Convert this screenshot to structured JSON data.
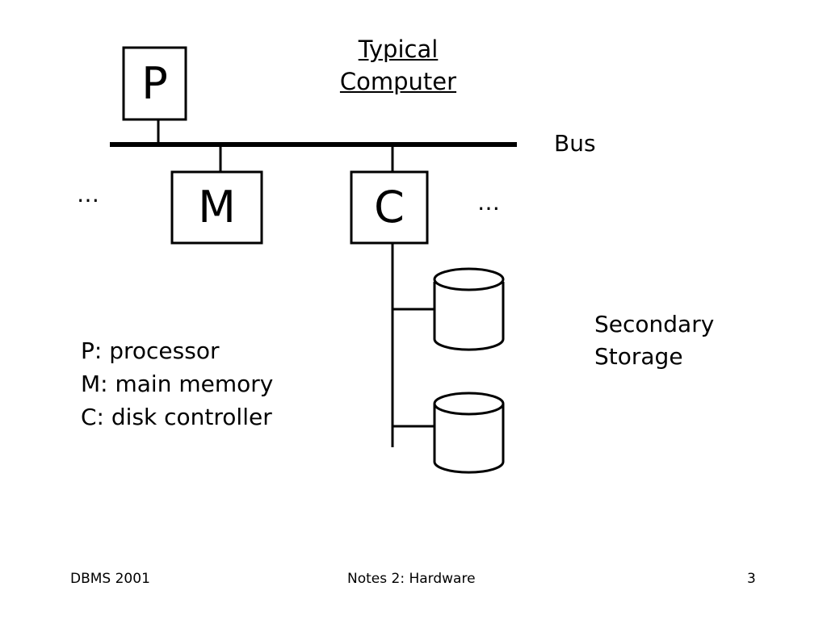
{
  "title": [
    "Typical",
    "Computer"
  ],
  "bus_label": "Bus",
  "components": {
    "processor": "P",
    "memory": "M",
    "controller": "C"
  },
  "ellipsis_left": "…",
  "ellipsis_right": "…",
  "storage_label": [
    "Secondary",
    "Storage"
  ],
  "legend": [
    "P: processor",
    "M: main memory",
    "C: disk controller"
  ],
  "footer": {
    "left": "DBMS 2001",
    "center": "Notes 2: Hardware",
    "right": "3"
  },
  "colors": {
    "line": "#000000",
    "background": "#ffffff"
  }
}
